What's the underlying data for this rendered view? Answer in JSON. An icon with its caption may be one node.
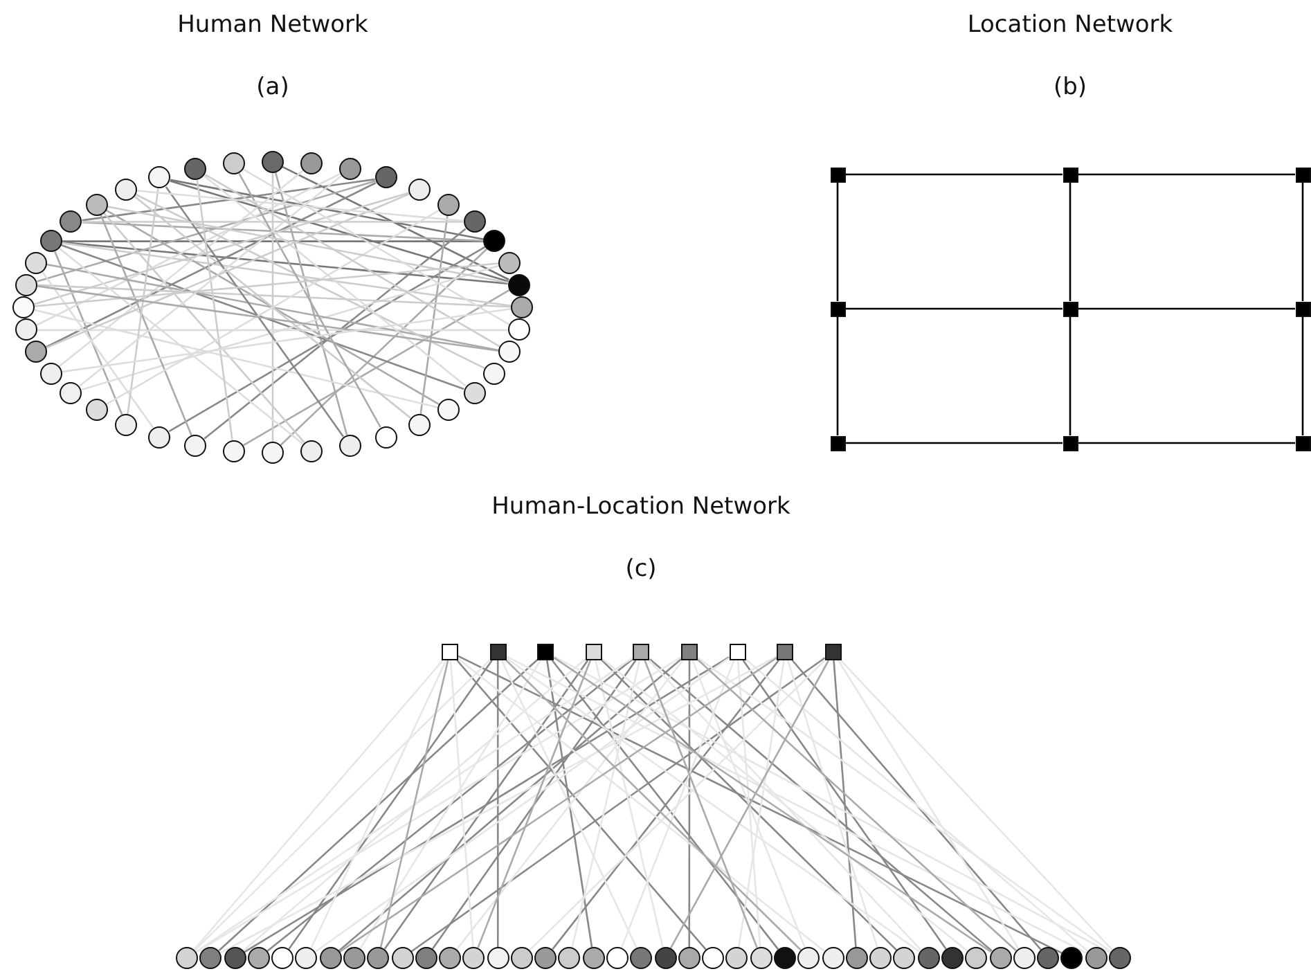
{
  "diagram": {
    "nodes": [
      {
        "text": [],
        "shape": "circle"
      },
      {
        "text": [],
        "shape": "circle"
      },
      {
        "text": [],
        "shape": "circle"
      },
      {
        "text": [],
        "shape": "circle"
      },
      {
        "text": [],
        "shape": "circle"
      },
      {
        "text": [],
        "shape": "circle"
      },
      {
        "text": [],
        "shape": "circle"
      },
      {
        "text": [],
        "shape": "circle"
      },
      {
        "text": [],
        "shape": "circle"
      },
      {
        "text": [],
        "shape": "circle"
      },
      {
        "text": [],
        "shape": "circle"
      },
      {
        "text": [],
        "shape": "circle"
      },
      {
        "text": [],
        "shape": "circle"
      },
      {
        "text": [],
        "shape": "circle"
      },
      {
        "text": [],
        "shape": "circle"
      },
      {
        "text": [],
        "shape": "circle"
      },
      {
        "text": [],
        "shape": "circle"
      },
      {
        "text": [],
        "shape": "circle"
      },
      {
        "text": [],
        "shape": "circle"
      },
      {
        "text": [],
        "shape": "circle"
      },
      {
        "text": [],
        "shape": "circle"
      },
      {
        "text": [],
        "shape": "circle"
      },
      {
        "text": [],
        "shape": "circle"
      },
      {
        "text": [],
        "shape": "circle"
      },
      {
        "text": [],
        "shape": "circle"
      },
      {
        "text": [],
        "shape": "circle"
      },
      {
        "text": [],
        "shape": "circle"
      },
      {
        "text": [],
        "shape": "circle"
      },
      {
        "text": [],
        "shape": "circle"
      },
      {
        "text": [],
        "shape": "circle"
      },
      {
        "text": [],
        "shape": "circle"
      },
      {
        "text": [],
        "shape": "circle"
      },
      {
        "text": [],
        "shape": "circle"
      },
      {
        "text": [],
        "shape": "circle"
      },
      {
        "text": [],
        "shape": "circle"
      },
      {
        "text": [],
        "shape": "circle"
      },
      {
        "text": [],
        "shape": "circle"
      },
      {
        "text": [],
        "shape": "circle"
      },
      {
        "text": [],
        "shape": "circle"
      },
      {
        "text": [],
        "shape": "circle"
      },
      {
        "text": [],
        "shape": "box"
      },
      {
        "text": [],
        "shape": "box"
      },
      {
        "text": [],
        "shape": "box"
      },
      {
        "text": [],
        "shape": "box"
      },
      {
        "text": [],
        "shape": "box"
      },
      {
        "text": [],
        "shape": "box"
      },
      {
        "text": [],
        "shape": "box"
      },
      {
        "text": [],
        "shape": "box"
      },
      {
        "text": [],
        "shape": "box"
      },
      {
        "text": [],
        "shape": "box"
      },
      {
        "text": [],
        "shape": "box"
      },
      {
        "text": [],
        "shape": "box"
      },
      {
        "text": [],
        "shape": "box"
      },
      {
        "text": [],
        "shape": "box"
      },
      {
        "text": [],
        "shape": "box"
      },
      {
        "text": [],
        "shape": "box"
      },
      {
        "text": [],
        "shape": "box"
      },
      {
        "text": [],
        "shape": "box"
      },
      {
        "text": [],
        "shape": "circle"
      },
      {
        "text": [],
        "shape": "circle"
      },
      {
        "text": [],
        "shape": "circle"
      },
      {
        "text": [],
        "shape": "circle"
      },
      {
        "text": [],
        "shape": "circle"
      },
      {
        "text": [],
        "shape": "circle"
      },
      {
        "text": [],
        "shape": "circle"
      },
      {
        "text": [],
        "shape": "circle"
      },
      {
        "text": [],
        "shape": "circle"
      },
      {
        "text": [],
        "shape": "circle"
      },
      {
        "text": [],
        "shape": "circle"
      },
      {
        "text": [],
        "shape": "circle"
      },
      {
        "text": [],
        "shape": "circle"
      },
      {
        "text": [],
        "shape": "circle"
      },
      {
        "text": [],
        "shape": "circle"
      },
      {
        "text": [],
        "shape": "circle"
      },
      {
        "text": [],
        "shape": "circle"
      },
      {
        "text": [],
        "shape": "circle"
      },
      {
        "text": [],
        "shape": "circle"
      },
      {
        "text": [],
        "shape": "circle"
      },
      {
        "text": [],
        "shape": "circle"
      },
      {
        "text": [],
        "shape": "circle"
      },
      {
        "text": [],
        "shape": "circle"
      },
      {
        "text": [],
        "shape": "circle"
      },
      {
        "text": [],
        "shape": "circle"
      },
      {
        "text": [],
        "shape": "circle"
      },
      {
        "text": [],
        "shape": "circle"
      },
      {
        "text": [],
        "shape": "circle"
      },
      {
        "text": [],
        "shape": "circle"
      },
      {
        "text": [],
        "shape": "circle"
      },
      {
        "text": [],
        "shape": "circle"
      },
      {
        "text": [],
        "shape": "circle"
      },
      {
        "text": [],
        "shape": "circle"
      },
      {
        "text": [],
        "shape": "circle"
      },
      {
        "text": [],
        "shape": "circle"
      },
      {
        "text": [],
        "shape": "circle"
      },
      {
        "text": [],
        "shape": "circle"
      },
      {
        "text": [],
        "shape": "circle"
      },
      {
        "text": [],
        "shape": "circle"
      },
      {
        "text": [],
        "shape": "circle"
      }
    ],
    "edges": [
      {
        "from": 7,
        "to": 37,
        "arrow": "none",
        "color": "#777777"
      },
      {
        "from": 9,
        "to": 37,
        "arrow": "none",
        "color": "#777777"
      },
      {
        "from": 9,
        "to": 0,
        "arrow": "none",
        "color": "#777777"
      },
      {
        "from": 7,
        "to": 33,
        "arrow": "none",
        "color": "#777777"
      },
      {
        "from": 7,
        "to": 34,
        "arrow": "none"
      },
      {
        "from": 9,
        "to": 33,
        "arrow": "none",
        "color": "#777777"
      },
      {
        "from": 7,
        "to": 23,
        "arrow": "none",
        "color": "#888888"
      },
      {
        "from": 7,
        "to": 20,
        "arrow": "none"
      },
      {
        "from": 9,
        "to": 21,
        "arrow": "none"
      },
      {
        "from": 6,
        "to": 22,
        "arrow": "none",
        "color": "#888888"
      },
      {
        "from": 3,
        "to": 31,
        "arrow": "none"
      },
      {
        "from": 3,
        "to": 28,
        "arrow": "none",
        "color": "#888888"
      },
      {
        "from": 3,
        "to": 34,
        "arrow": "none",
        "color": "#888888"
      },
      {
        "from": 0,
        "to": 18,
        "arrow": "none"
      },
      {
        "from": 0,
        "to": 20,
        "arrow": "none",
        "color": "#cccccc"
      },
      {
        "from": 33,
        "to": 14,
        "arrow": "none",
        "color": "#888888"
      },
      {
        "from": 33,
        "to": 24,
        "arrow": "none"
      },
      {
        "from": 33,
        "to": 10,
        "arrow": "none",
        "color": "#cccccc"
      },
      {
        "from": 35,
        "to": 15,
        "arrow": "none"
      },
      {
        "from": 35,
        "to": 19,
        "arrow": "none",
        "color": "#cccccc"
      },
      {
        "from": 1,
        "to": 27,
        "arrow": "none",
        "color": "#dddddd"
      },
      {
        "from": 2,
        "to": 29,
        "arrow": "none",
        "color": "#dddddd"
      },
      {
        "from": 4,
        "to": 30,
        "arrow": "none",
        "color": "#cccccc"
      },
      {
        "from": 5,
        "to": 16,
        "arrow": "none"
      },
      {
        "from": 6,
        "to": 34,
        "arrow": "none",
        "color": "#cccccc"
      },
      {
        "from": 8,
        "to": 26,
        "arrow": "none",
        "color": "#dddddd"
      },
      {
        "from": 10,
        "to": 31,
        "arrow": "none",
        "color": "#cccccc"
      },
      {
        "from": 11,
        "to": 29,
        "arrow": "none",
        "color": "#dddddd"
      },
      {
        "from": 12,
        "to": 32,
        "arrow": "none"
      },
      {
        "from": 13,
        "to": 36,
        "arrow": "none",
        "color": "#cccccc"
      },
      {
        "from": 14,
        "to": 38,
        "arrow": "none",
        "color": "#dddddd"
      },
      {
        "from": 15,
        "to": 30,
        "arrow": "none",
        "color": "#dddddd"
      },
      {
        "from": 16,
        "to": 36,
        "arrow": "none",
        "color": "#cccccc"
      },
      {
        "from": 17,
        "to": 39,
        "arrow": "none"
      },
      {
        "from": 18,
        "to": 37,
        "arrow": "none",
        "color": "#888888"
      },
      {
        "from": 19,
        "to": 33,
        "arrow": "none",
        "color": "#dddddd"
      },
      {
        "from": 21,
        "to": 38,
        "arrow": "none",
        "color": "#cccccc"
      },
      {
        "from": 22,
        "to": 35,
        "arrow": "none"
      },
      {
        "from": 23,
        "to": 32,
        "arrow": "none",
        "color": "#dddddd"
      },
      {
        "from": 24,
        "to": 37,
        "arrow": "none",
        "color": "#cccccc"
      },
      {
        "from": 25,
        "to": 5,
        "arrow": "none",
        "color": "#dddddd"
      },
      {
        "from": 26,
        "to": 2,
        "arrow": "none",
        "color": "#dddddd"
      },
      {
        "from": 28,
        "to": 4,
        "arrow": "none",
        "color": "#cccccc"
      },
      {
        "from": 30,
        "to": 8,
        "arrow": "none",
        "color": "#cccccc"
      },
      {
        "from": 31,
        "to": 12,
        "arrow": "none"
      },
      {
        "from": 35,
        "to": 9,
        "arrow": "none",
        "color": "#cccccc"
      },
      {
        "from": 36,
        "to": 6,
        "arrow": "none",
        "color": "#dddddd"
      },
      {
        "from": 38,
        "to": 12,
        "arrow": "none",
        "color": "#cccccc"
      },
      {
        "from": 39,
        "to": 11,
        "arrow": "none",
        "color": "#dddddd"
      },
      {
        "from": 27,
        "to": 10,
        "arrow": "none",
        "color": "#dddddd"
      },
      {
        "from": 40,
        "to": 41,
        "arrow": "none",
        "color": "#000000"
      },
      {
        "from": 41,
        "to": 42,
        "arrow": "none",
        "color": "#000000"
      },
      {
        "from": 43,
        "to": 44,
        "arrow": "none",
        "color": "#000000"
      },
      {
        "from": 44,
        "to": 45,
        "arrow": "none",
        "color": "#000000"
      },
      {
        "from": 46,
        "to": 47,
        "arrow": "none",
        "color": "#000000"
      },
      {
        "from": 47,
        "to": 48,
        "arrow": "none",
        "color": "#000000"
      },
      {
        "from": 40,
        "to": 43,
        "arrow": "none",
        "color": "#000000"
      },
      {
        "from": 43,
        "to": 46,
        "arrow": "none",
        "color": "#000000"
      },
      {
        "from": 41,
        "to": 44,
        "arrow": "none",
        "color": "#000000"
      },
      {
        "from": 44,
        "to": 47,
        "arrow": "none",
        "color": "#000000"
      },
      {
        "from": 42,
        "to": 45,
        "arrow": "none",
        "color": "#000000"
      },
      {
        "from": 45,
        "to": 48,
        "arrow": "none",
        "color": "#000000"
      },
      {
        "from": 50,
        "to": 62,
        "arrow": "none",
        "color": "#888888"
      },
      {
        "from": 50,
        "to": 71,
        "arrow": "none",
        "color": "#888888"
      },
      {
        "from": 51,
        "to": 75,
        "arrow": "none",
        "color": "#888888"
      },
      {
        "from": 51,
        "to": 83,
        "arrow": "none",
        "color": "#888888"
      },
      {
        "from": 52,
        "to": 66,
        "arrow": "none",
        "color": "#888888"
      },
      {
        "from": 52,
        "to": 88,
        "arrow": "none",
        "color": "#888888"
      },
      {
        "from": 53,
        "to": 61,
        "arrow": "none",
        "color": "#888888"
      },
      {
        "from": 53,
        "to": 68,
        "arrow": "none",
        "color": "#888888"
      },
      {
        "from": 54,
        "to": 64,
        "arrow": "none",
        "color": "#888888"
      },
      {
        "from": 54,
        "to": 79,
        "arrow": "none",
        "color": "#888888"
      },
      {
        "from": 55,
        "to": 60,
        "arrow": "none",
        "color": "#888888"
      },
      {
        "from": 55,
        "to": 90,
        "arrow": "none",
        "color": "#888888"
      },
      {
        "from": 56,
        "to": 73,
        "arrow": "none",
        "color": "#888888"
      },
      {
        "from": 56,
        "to": 94,
        "arrow": "none",
        "color": "#888888"
      },
      {
        "from": 57,
        "to": 67,
        "arrow": "none",
        "color": "#888888"
      },
      {
        "from": 57,
        "to": 86,
        "arrow": "none",
        "color": "#888888"
      },
      {
        "from": 49,
        "to": 80,
        "arrow": "none",
        "color": "#888888"
      },
      {
        "from": 49,
        "to": 95,
        "arrow": "none",
        "color": "#888888"
      },
      {
        "from": 51,
        "to": 59,
        "arrow": "none",
        "color": "#888888"
      },
      {
        "from": 53,
        "to": 92,
        "arrow": "none",
        "color": "#888888"
      },
      {
        "from": 49,
        "to": 58,
        "arrow": "none",
        "color": "#e6e6e6"
      },
      {
        "from": 49,
        "to": 63,
        "arrow": "none",
        "color": "#e6e6e6"
      },
      {
        "from": 49,
        "to": 70,
        "arrow": "none",
        "color": "#e6e6e6"
      },
      {
        "from": 49,
        "to": 85,
        "arrow": "none",
        "color": "#e6e6e6"
      },
      {
        "from": 50,
        "to": 58,
        "arrow": "none",
        "color": "#e6e6e6"
      },
      {
        "from": 50,
        "to": 77,
        "arrow": "none",
        "color": "#e6e6e6"
      },
      {
        "from": 50,
        "to": 96,
        "arrow": "none",
        "color": "#e6e6e6"
      },
      {
        "from": 51,
        "to": 65,
        "arrow": "none",
        "color": "#e6e6e6"
      },
      {
        "from": 51,
        "to": 97,
        "arrow": "none",
        "color": "#e6e6e6"
      },
      {
        "from": 52,
        "to": 60,
        "arrow": "none",
        "color": "#e6e6e6"
      },
      {
        "from": 52,
        "to": 78,
        "arrow": "none",
        "color": "#e6e6e6"
      },
      {
        "from": 52,
        "to": 91,
        "arrow": "none",
        "color": "#e6e6e6"
      },
      {
        "from": 53,
        "to": 58,
        "arrow": "none",
        "color": "#e6e6e6"
      },
      {
        "from": 53,
        "to": 74,
        "arrow": "none",
        "color": "#e6e6e6"
      },
      {
        "from": 53,
        "to": 89,
        "arrow": "none",
        "color": "#e6e6e6"
      },
      {
        "from": 54,
        "to": 69,
        "arrow": "none",
        "color": "#e6e6e6"
      },
      {
        "from": 54,
        "to": 84,
        "arrow": "none",
        "color": "#e6e6e6"
      },
      {
        "from": 54,
        "to": 97,
        "arrow": "none",
        "color": "#e6e6e6"
      },
      {
        "from": 55,
        "to": 63,
        "arrow": "none",
        "color": "#e6e6e6"
      },
      {
        "from": 55,
        "to": 76,
        "arrow": "none",
        "color": "#e6e6e6"
      },
      {
        "from": 55,
        "to": 82,
        "arrow": "none",
        "color": "#e6e6e6"
      },
      {
        "from": 56,
        "to": 59,
        "arrow": "none",
        "color": "#e6e6e6"
      },
      {
        "from": 56,
        "to": 81,
        "arrow": "none",
        "color": "#e6e6e6"
      },
      {
        "from": 56,
        "to": 87,
        "arrow": "none",
        "color": "#e6e6e6"
      },
      {
        "from": 57,
        "to": 72,
        "arrow": "none",
        "color": "#e6e6e6"
      },
      {
        "from": 57,
        "to": 93,
        "arrow": "none",
        "color": "#e6e6e6"
      },
      {
        "from": 57,
        "to": 97,
        "arrow": "none",
        "color": "#e6e6e6"
      },
      {
        "from": 54,
        "to": 58,
        "arrow": "none",
        "color": "#e6e6e6"
      },
      {
        "from": 55,
        "to": 96,
        "arrow": "none",
        "color": "#e6e6e6"
      },
      {
        "from": 50,
        "to": 89,
        "arrow": "none",
        "color": "#e6e6e6"
      },
      {
        "from": 49,
        "to": 66,
        "arrow": "none"
      },
      {
        "from": 50,
        "to": 84,
        "arrow": "none"
      },
      {
        "from": 52,
        "to": 70,
        "arrow": "none"
      },
      {
        "from": 53,
        "to": 82,
        "arrow": "none"
      },
      {
        "from": 56,
        "to": 64,
        "arrow": "none"
      },
      {
        "from": 57,
        "to": 78,
        "arrow": "none"
      },
      {
        "from": 51,
        "to": 92,
        "arrow": "none"
      },
      {
        "from": 54,
        "to": 93,
        "arrow": "none"
      }
    ],
    "labels": [
      "Human Network",
      "(a)",
      "Location Network",
      "(b)",
      "Human-Location Network",
      "(c)"
    ]
  }
}
